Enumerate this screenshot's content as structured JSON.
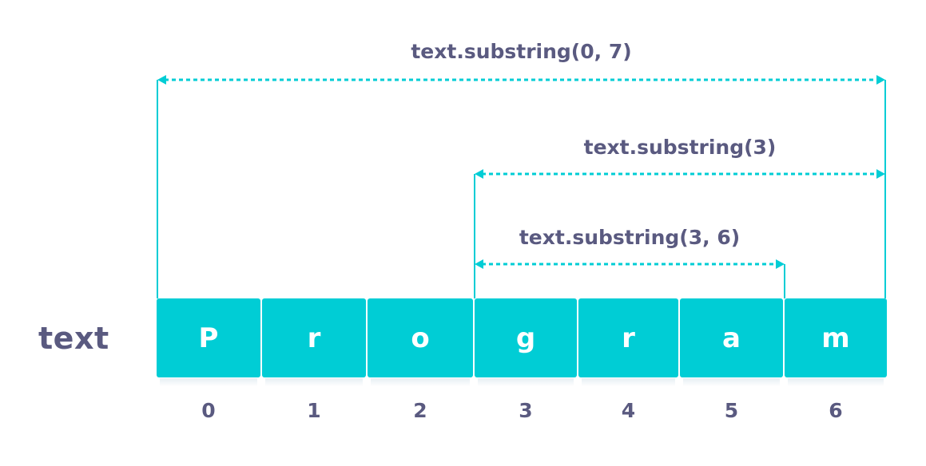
{
  "variable_name": "text",
  "characters": [
    "P",
    "r",
    "o",
    "g",
    "r",
    "a",
    "m"
  ],
  "indices": [
    "0",
    "1",
    "2",
    "3",
    "4",
    "5",
    "6"
  ],
  "ranges": [
    {
      "label": "text.substring(0, 7)",
      "start": 0,
      "end": 7
    },
    {
      "label": "text.substring(3)",
      "start": 3,
      "end": 7
    },
    {
      "label": "text.substring(3, 6)",
      "start": 3,
      "end": 6
    }
  ],
  "colors": {
    "cell": "#00cdd5",
    "line": "#00cdd5",
    "label": "#5a5a80"
  }
}
